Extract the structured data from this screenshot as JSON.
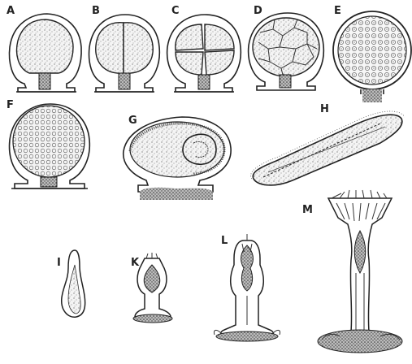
{
  "figure": {
    "panels": [
      {
        "id": "A",
        "label": "A"
      },
      {
        "id": "B",
        "label": "B"
      },
      {
        "id": "C",
        "label": "C"
      },
      {
        "id": "D",
        "label": "D"
      },
      {
        "id": "E",
        "label": "E"
      },
      {
        "id": "F",
        "label": "F"
      },
      {
        "id": "G",
        "label": "G"
      },
      {
        "id": "H",
        "label": "H"
      },
      {
        "id": "I",
        "label": "I"
      },
      {
        "id": "K",
        "label": "K"
      },
      {
        "id": "L",
        "label": "L"
      },
      {
        "id": "M",
        "label": "M"
      }
    ]
  },
  "colors": {
    "ink": "#222222",
    "background": "#ffffff"
  }
}
